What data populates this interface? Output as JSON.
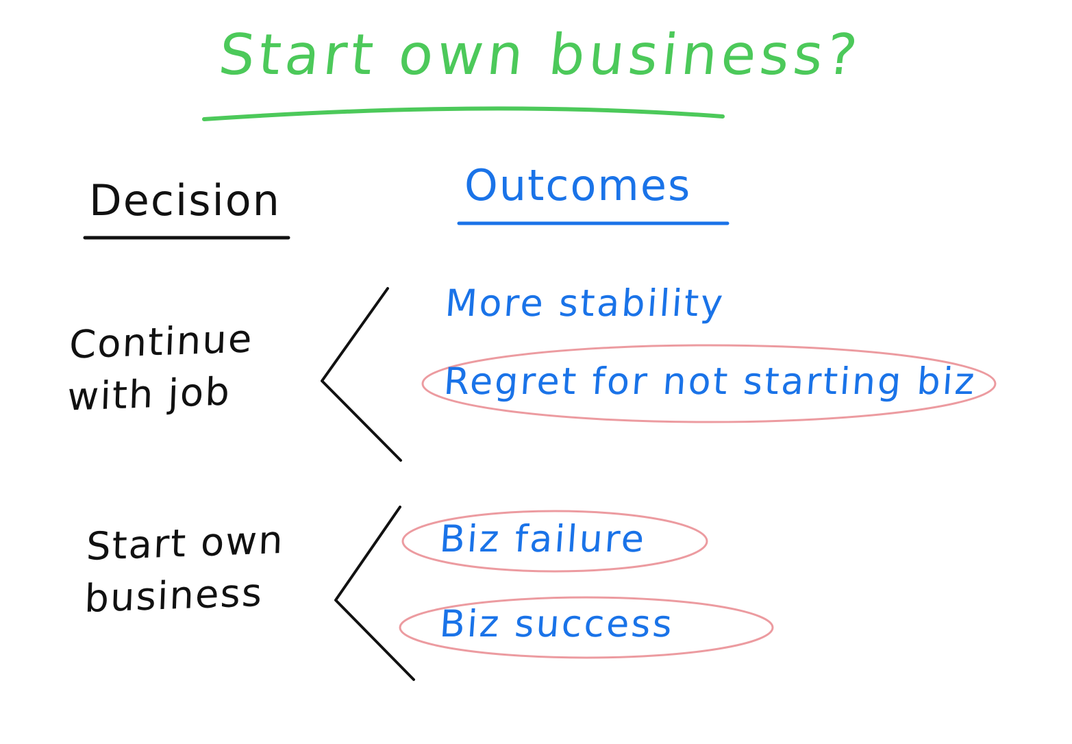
{
  "colors": {
    "title": "#4cc95a",
    "decision": "#111111",
    "outcome": "#1a73e8",
    "highlight": "#e98a8f",
    "background": "#ffffff"
  },
  "title": "Start own business?",
  "columns": {
    "decision": "Decision",
    "outcomes": "Outcomes"
  },
  "decisions": [
    {
      "label": "Continue\nwith job",
      "outcomes": [
        {
          "label": "More stability",
          "highlighted": false
        },
        {
          "label": "Regret for not starting biz",
          "highlighted": true
        }
      ]
    },
    {
      "label": "Start own\nbusiness",
      "outcomes": [
        {
          "label": "Biz failure",
          "highlighted": true
        },
        {
          "label": "Biz success",
          "highlighted": true
        }
      ]
    }
  ]
}
